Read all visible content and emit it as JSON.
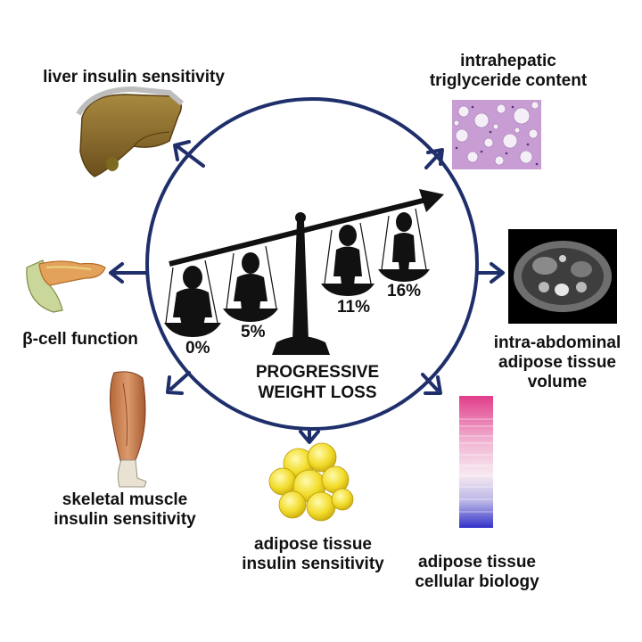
{
  "center": {
    "line1": "PROGRESSIVE",
    "line2": "WEIGHT LOSS",
    "percentages": [
      "0%",
      "5%",
      "11%",
      "16%"
    ]
  },
  "outcomes": {
    "liver": {
      "label": "liver insulin sensitivity"
    },
    "ihtg": {
      "line1": "intrahepatic",
      "line2": "triglyceride content"
    },
    "beta": {
      "label": "β-cell function"
    },
    "iaat": {
      "line1": "intra-abdominal",
      "line2": "adipose tissue",
      "line3": "volume"
    },
    "muscle": {
      "line1": "skeletal muscle",
      "line2": "insulin sensitivity"
    },
    "adipose_is": {
      "line1": "adipose tissue",
      "line2": "insulin sensitivity"
    },
    "adipose_bio": {
      "line1": "adipose tissue",
      "line2": "cellular biology"
    }
  },
  "colors": {
    "circle": "#1f2f6b",
    "arrows": "#1f2f6b",
    "figures": "#111111",
    "liver": "#8a6a2a",
    "histology": "#c9a3d6",
    "heatmap_top": "#e7498f",
    "heatmap_bottom": "#3a3ac8",
    "fat": "#f4e23a"
  },
  "icons": [
    "liver-icon",
    "histology-icon",
    "pancreas-icon",
    "ct-scan-icon",
    "muscle-leg-icon",
    "fat-cells-icon",
    "heatmap-icon",
    "balance-scale-icon"
  ]
}
